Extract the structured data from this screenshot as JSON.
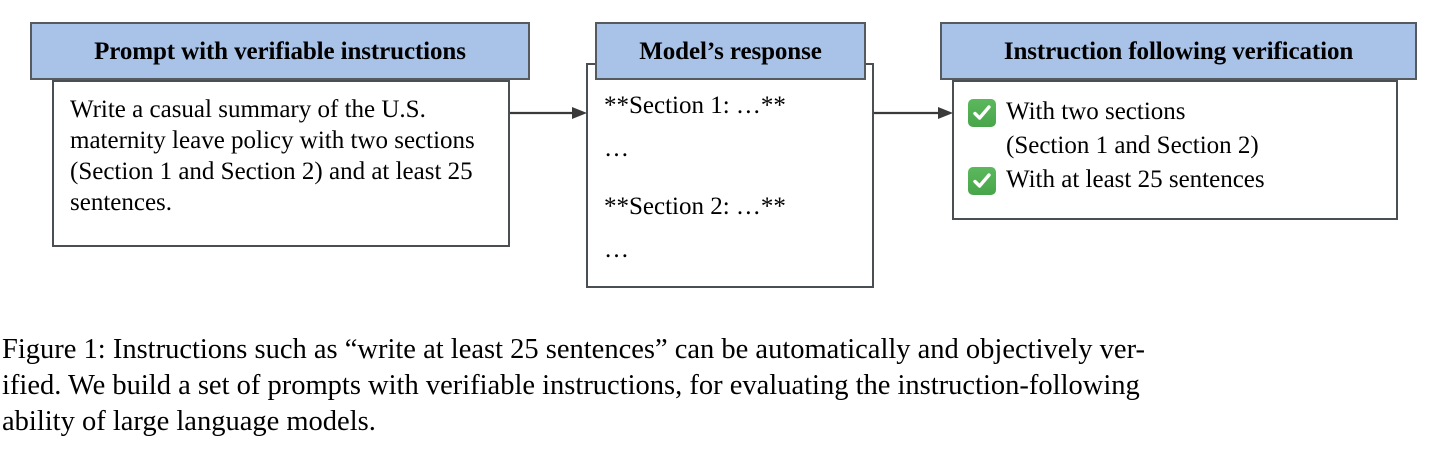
{
  "figure": {
    "boxes": [
      {
        "id": "prompt",
        "header": "Prompt with verifiable instructions",
        "body": "Write a casual summary of the U.S. maternity leave policy with two sections (Section 1 and Section 2) and at least 25 sentences."
      },
      {
        "id": "response",
        "header": "Model’s response",
        "lines": [
          "**Section 1: …**",
          "…",
          "**Section 2: …**",
          "…"
        ]
      },
      {
        "id": "verification",
        "header": "Instruction following verification",
        "items": [
          {
            "icon": "green-check-icon",
            "text": "With two sections",
            "continuation": "(Section 1 and Section 2)"
          },
          {
            "icon": "green-check-icon",
            "text": "With at least 25 sentences",
            "continuation": ""
          }
        ]
      }
    ],
    "arrows": [
      {
        "from": "prompt",
        "to": "response"
      },
      {
        "from": "response",
        "to": "verification"
      }
    ],
    "colors": {
      "header_fill": "#a8c2e8",
      "header_border": "#555a5e",
      "body_border": "#4a4f53",
      "check_green": "#4faa4f",
      "arrow": "#3a3a3a",
      "text": "#000000",
      "background": "#ffffff"
    }
  },
  "caption": {
    "line1": "Figure 1: Instructions such as “write at least 25 sentences” can be automatically and objectively ver-",
    "line2": "ified. We build a set of prompts with verifiable instructions, for evaluating the instruction-following",
    "line3": "ability of large language models."
  }
}
